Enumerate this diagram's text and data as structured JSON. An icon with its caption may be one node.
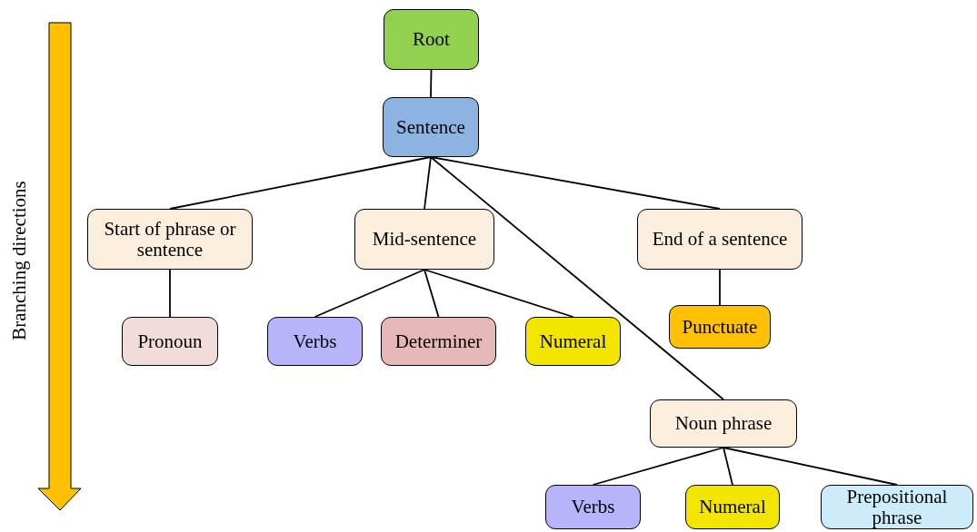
{
  "diagram": {
    "nodes": [
      {
        "text": [
          "Root"
        ]
      },
      {
        "text": [
          "Sentence"
        ]
      },
      {
        "text": [
          "Start of phrase or sentence"
        ]
      },
      {
        "text": [
          "Mid-sentence"
        ]
      },
      {
        "text": [
          "End of a sentence"
        ]
      },
      {
        "text": [
          "Pronoun"
        ]
      },
      {
        "text": [
          "Verbs"
        ]
      },
      {
        "text": [
          "Determiner"
        ]
      },
      {
        "text": [
          "Numeral"
        ]
      },
      {
        "text": [
          "Punctuate"
        ]
      },
      {
        "text": [
          "Noun phrase"
        ]
      },
      {
        "text": [
          "Verbs"
        ]
      },
      {
        "text": [
          "Numeral"
        ]
      },
      {
        "text": [
          "Prepositional phrase"
        ]
      }
    ],
    "edges": [
      {
        "from": 0,
        "to": 1,
        "arrow": "none"
      },
      {
        "from": 1,
        "to": 2,
        "arrow": "none"
      },
      {
        "from": 1,
        "to": 3,
        "arrow": "none"
      },
      {
        "from": 1,
        "to": 10,
        "arrow": "none"
      },
      {
        "from": 1,
        "to": 4,
        "arrow": "none"
      },
      {
        "from": 2,
        "to": 5,
        "arrow": "none"
      },
      {
        "from": 3,
        "to": 6,
        "arrow": "none"
      },
      {
        "from": 3,
        "to": 7,
        "arrow": "none"
      },
      {
        "from": 3,
        "to": 8,
        "arrow": "none"
      },
      {
        "from": 4,
        "to": 9,
        "arrow": "none"
      },
      {
        "from": 10,
        "to": 11,
        "arrow": "none"
      },
      {
        "from": 10,
        "to": 12,
        "arrow": "none"
      },
      {
        "from": 10,
        "to": 13,
        "arrow": "none"
      }
    ],
    "labels": [
      "Branching directions"
    ]
  }
}
